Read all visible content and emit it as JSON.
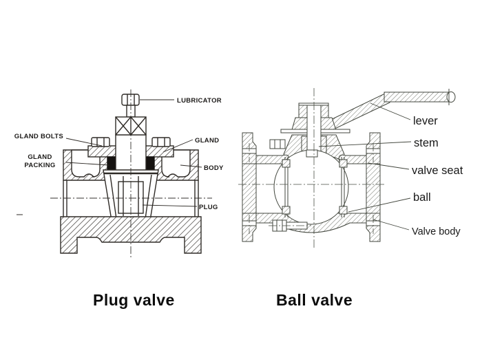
{
  "page": {
    "background": "#ffffff",
    "plug_line_color": "#2e2a26",
    "ball_line_color": "#41453c"
  },
  "plug_valve": {
    "caption": "Plug valve",
    "labels": {
      "lubricator": "LUBRICATOR",
      "gland_bolts": "GLAND BOLTS",
      "gland": "GLAND",
      "gland_packing_line1": "GLAND",
      "gland_packing_line2": "PACKING",
      "body": "BODY",
      "plug": "PLUG"
    }
  },
  "ball_valve": {
    "caption": "Ball valve",
    "labels": {
      "lever": "lever",
      "stem": "stem",
      "valve_seat": "valve seat",
      "ball": "ball",
      "valve_body": "Valve body"
    }
  }
}
